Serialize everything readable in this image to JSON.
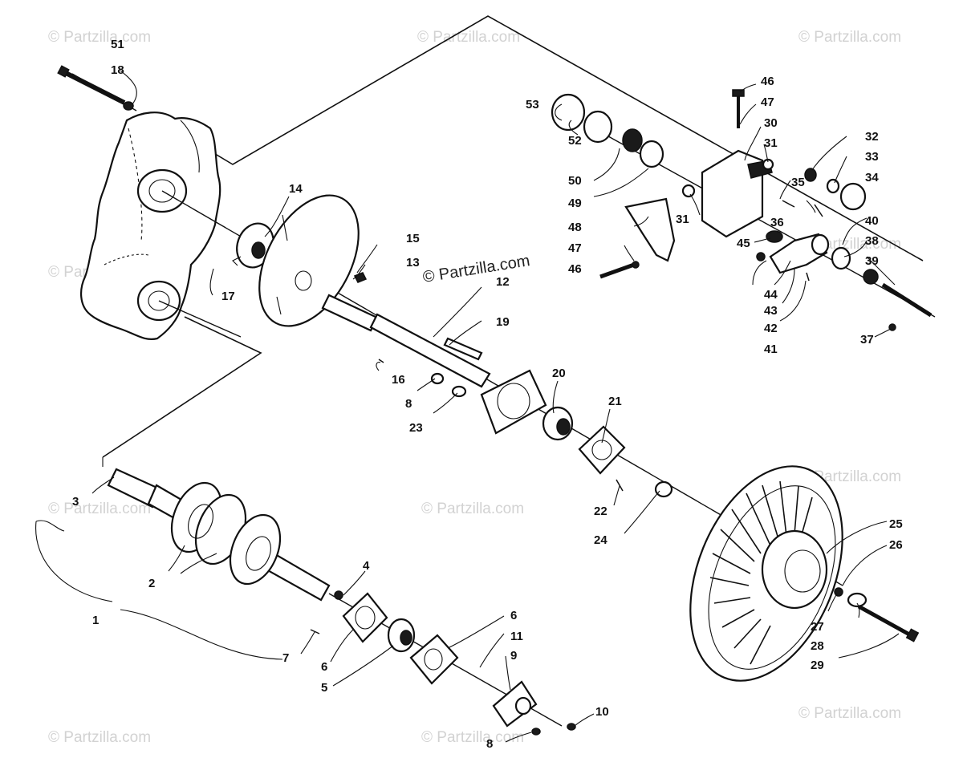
{
  "watermarks": {
    "center": "© Partzilla.com",
    "corner": "© Partzilla.com"
  },
  "colors": {
    "ink": "#111111",
    "background": "#ffffff",
    "watermark": "#d2d2d2"
  },
  "callouts": {
    "c1": "1",
    "c2": "2",
    "c3": "3",
    "c4": "4",
    "c5": "5",
    "c6a": "6",
    "c6b": "6",
    "c7": "7",
    "c8a": "8",
    "c8b": "8",
    "c9": "9",
    "c10": "10",
    "c11": "11",
    "c12": "12",
    "c13": "13",
    "c14": "14",
    "c15": "15",
    "c16": "16",
    "c17": "17",
    "c18": "18",
    "c19": "19",
    "c20": "20",
    "c21": "21",
    "c22": "22",
    "c23": "23",
    "c24": "24",
    "c25": "25",
    "c26": "26",
    "c27": "27",
    "c28": "28",
    "c29": "29",
    "c30": "30",
    "c31a": "31",
    "c31b": "31",
    "c32": "32",
    "c33": "33",
    "c34": "34",
    "c35": "35",
    "c36": "36",
    "c37": "37",
    "c38": "38",
    "c39": "39",
    "c40": "40",
    "c41": "41",
    "c42": "42",
    "c43": "43",
    "c44": "44",
    "c45": "45",
    "c46a": "46",
    "c46b": "46",
    "c47a": "47",
    "c47b": "47",
    "c48": "48",
    "c49": "49",
    "c50": "50",
    "c51": "51",
    "c52": "52",
    "c53": "53"
  }
}
